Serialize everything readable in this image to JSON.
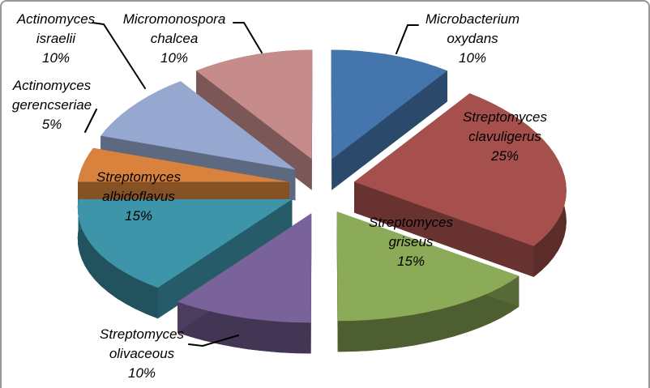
{
  "chart_data": {
    "type": "pie",
    "style": "3d-exploded",
    "title": "",
    "unit": "%",
    "direction": "clockwise",
    "start_angle_deg": 0,
    "background": "#FFFFFF",
    "label_color": "#000000",
    "leader_line_color": "#000000",
    "slices": [
      {
        "genus": "Microbacterium",
        "species": "oxydans",
        "value": 10,
        "pct_label": "10%",
        "color": "#4575AD",
        "label_placement": "outside"
      },
      {
        "genus": "Streptomyces",
        "species": "clavuligerus",
        "value": 25,
        "pct_label": "25%",
        "color": "#A6504D",
        "label_placement": "inside"
      },
      {
        "genus": "Streptomyces",
        "species": "griseus",
        "value": 15,
        "pct_label": "15%",
        "color": "#8CAB58",
        "label_placement": "inside"
      },
      {
        "genus": "Streptomyces",
        "species": "olivaceous",
        "value": 10,
        "pct_label": "10%",
        "color": "#7A629A",
        "label_placement": "outside"
      },
      {
        "genus": "Streptomyces",
        "species": "albidoflavus",
        "value": 15,
        "pct_label": "15%",
        "color": "#3E95AA",
        "label_placement": "inside"
      },
      {
        "genus": "Actinomyces",
        "species": "gerencseriae",
        "value": 5,
        "pct_label": "5%",
        "color": "#D9823E",
        "label_placement": "outside"
      },
      {
        "genus": "Actinomyces",
        "species": "israelii",
        "value": 10,
        "pct_label": "10%",
        "color": "#96A8D0",
        "label_placement": "outside"
      },
      {
        "genus": "Micromonospora",
        "species": "chalcea",
        "value": 10,
        "pct_label": "10%",
        "color": "#C68C8C",
        "label_placement": "outside"
      }
    ]
  }
}
